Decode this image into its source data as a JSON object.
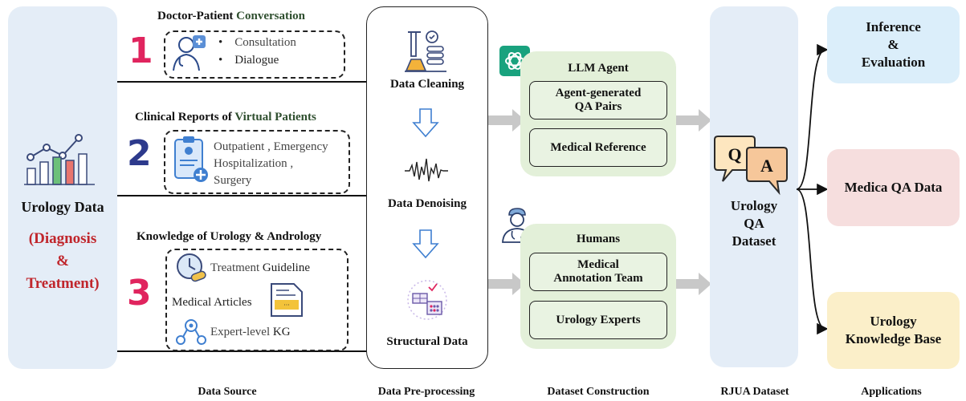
{
  "source": {
    "title": "Urology Data",
    "subtitle": "(Diagnosis\n&\nTreatment)",
    "sections": [
      {
        "number": "1",
        "title_a": "Doctor-Patient ",
        "title_b": "Conversation",
        "items": [
          "Consultation",
          "Dialogue"
        ]
      },
      {
        "number": "2",
        "title_a": "Clinical Reports of ",
        "title_b": "Virtual Patients",
        "items": [
          "Outpatient , Emergency",
          "Hospitalization ,",
          "Surgery"
        ]
      },
      {
        "number": "3",
        "title_a": "Knowledge of Urology & Andrology",
        "title_b": "",
        "items": [
          {
            "a": "Treatment ",
            "b": "Guideline"
          },
          {
            "a": "Medical Articles",
            "b": ""
          },
          {
            "a": "Expert-level ",
            "b": "KG"
          }
        ]
      }
    ]
  },
  "preprocessing": {
    "steps": [
      "Data Cleaning",
      "Data Denoising",
      "Structural Data"
    ]
  },
  "construction": {
    "llm": {
      "title": "LLM Agent",
      "items": [
        "Agent-generated\nQA Pairs",
        "Medical Reference"
      ]
    },
    "humans": {
      "title": "Humans",
      "items": [
        "Medical\nAnnotation Team",
        "Urology Experts"
      ]
    }
  },
  "dataset": {
    "qa_q": "Q",
    "qa_a": "A",
    "label": "Urology\nQA\nDataset"
  },
  "applications": [
    {
      "label": "Inference\n&\nEvaluation",
      "color": "#dbeefa"
    },
    {
      "label": "Medica QA Data",
      "color": "#f6dede"
    },
    {
      "label": "Urology\nKnowledge Base",
      "color": "#fbefc9"
    }
  ],
  "footer": [
    "Data Source",
    "Data Pre-processing",
    "Dataset Construction",
    "RJUA Dataset",
    "Applications"
  ],
  "colors": {
    "accent_red": "#c0262c",
    "num1": "#e0245e",
    "num2": "#2d3a8c",
    "num3": "#e0245e",
    "arrow_gray": "#c8c8c8"
  },
  "icons": [
    "bar-chart-icon",
    "doctor-icon",
    "clipboard-icon",
    "clock-pill-icon",
    "document-icon",
    "knowledge-graph-icon",
    "lab-cleaning-icon",
    "waveform-icon",
    "structured-data-icon",
    "chatgpt-icon",
    "human-doctor-icon",
    "qa-bubbles-icon"
  ]
}
